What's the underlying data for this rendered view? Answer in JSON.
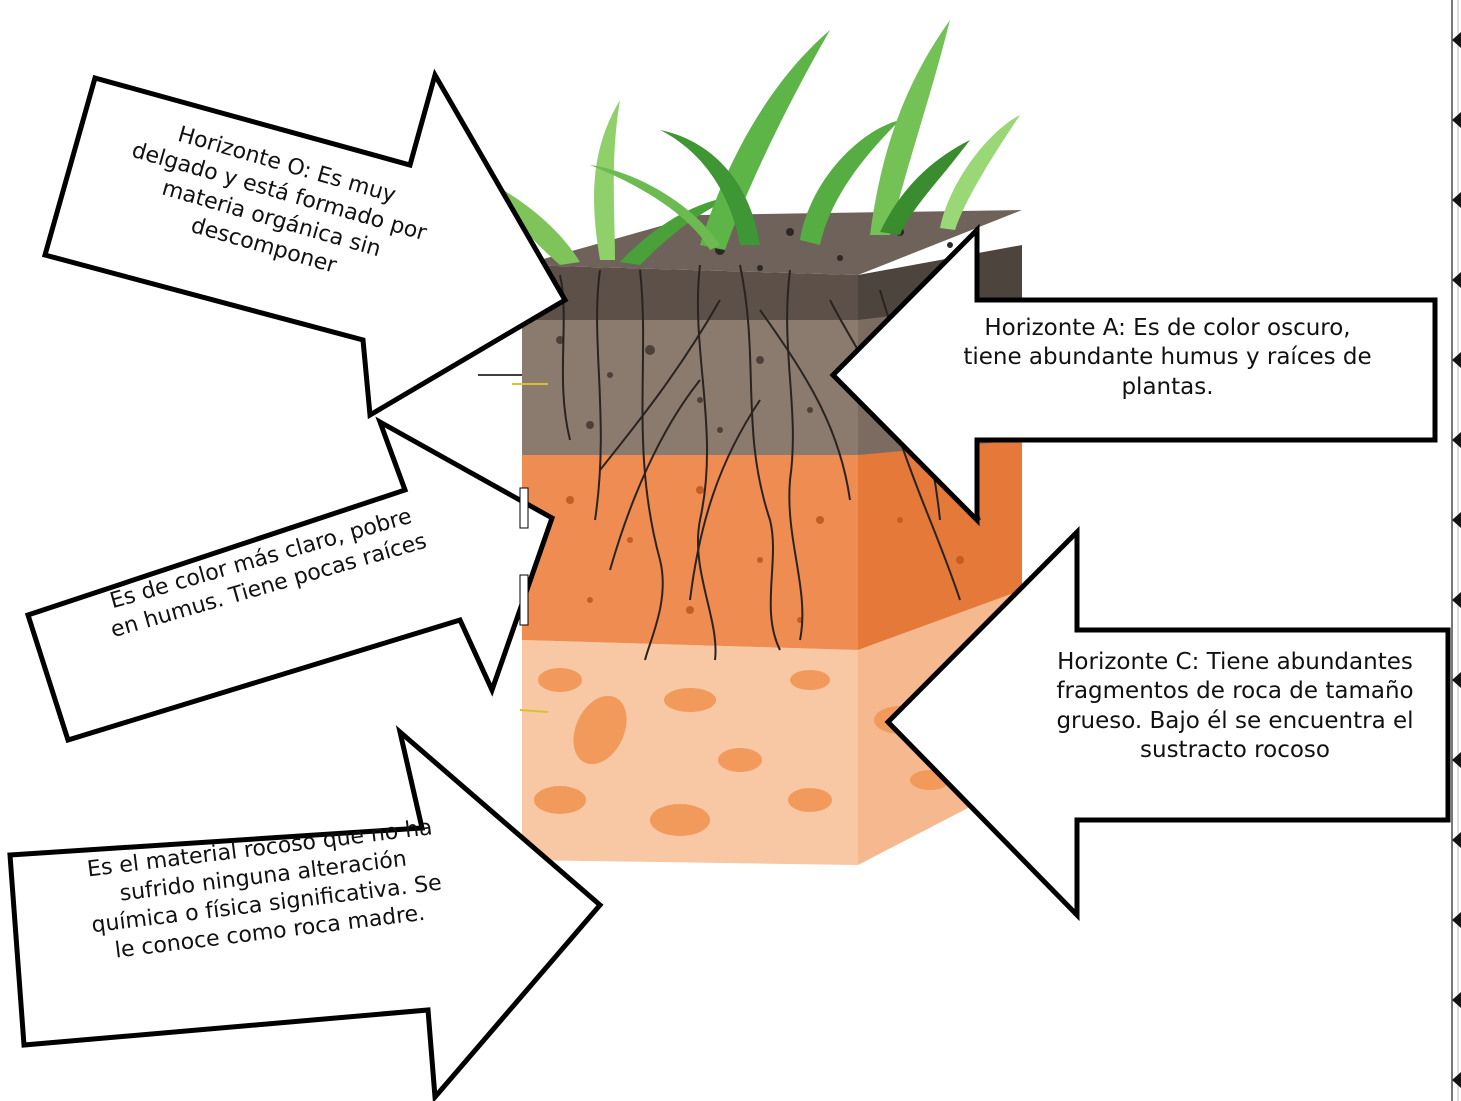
{
  "callouts": {
    "horizon_o": "Horizonte O: Es muy\ndelgado y está formado por\nmateria orgánica sin\ndescomponer",
    "horizon_a": "Horizonte A: Es de color oscuro,\ntiene abundante humus y raíces de\nplantas.",
    "horizon_b": "Es de color más claro, pobre\nen humus. Tiene pocas raíces",
    "horizon_c": "Horizonte C: Tiene abundantes\nfragmentos de roca de tamaño\ngrueso. Bajo él se encuentra el\nsustracto rocoso",
    "bedrock": "Es el material rocoso que no ha\nsufrido ninguna alteración\nquímica o física significativa. Se\nle conoce como roca madre."
  },
  "colors": {
    "grass_dark": "#4aa13a",
    "grass_light": "#8fd06a",
    "soil_o_top": "#6b5e54",
    "soil_a": "#8a7a6e",
    "soil_b": "#ee8a4e",
    "soil_c": "#f8c7a3",
    "rock_fragment": "#f19a5c",
    "outline": "#000000"
  }
}
